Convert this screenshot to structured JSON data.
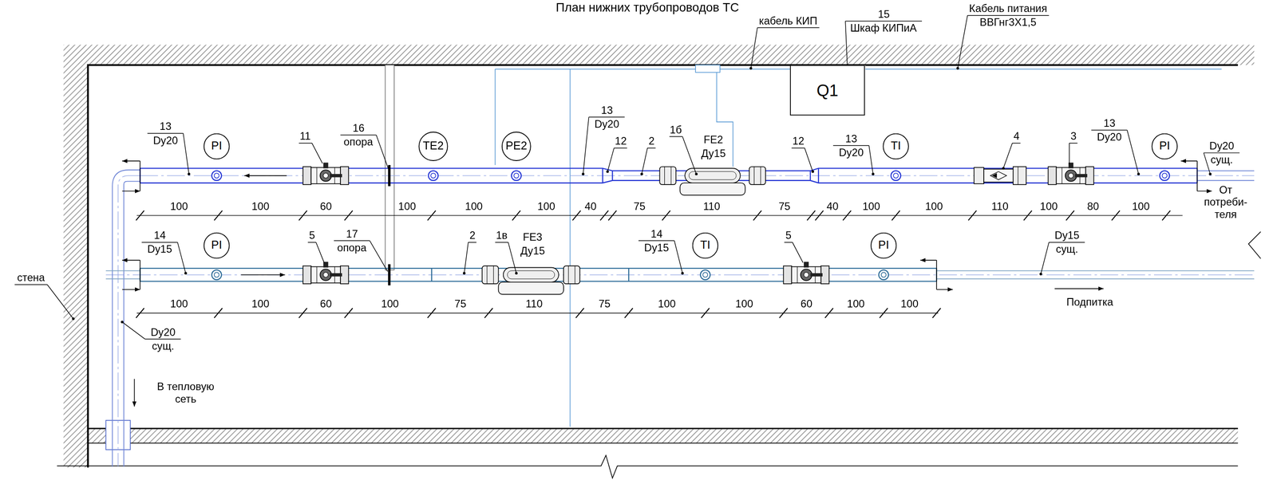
{
  "diagram": {
    "title": "План нижних трубопроводов ТС",
    "nodes": [
      {
        "text": [
          "Q1"
        ]
      },
      {
        "text": [
          "PI"
        ]
      },
      {
        "text": [
          "TE2"
        ]
      },
      {
        "text": [
          "PE2"
        ]
      },
      {
        "text": [
          "TI"
        ]
      },
      {
        "text": [
          "PI"
        ]
      },
      {
        "text": [
          "PI"
        ]
      },
      {
        "text": [
          "TI"
        ]
      },
      {
        "text": [
          "PI"
        ]
      }
    ],
    "labels": [
      "кабель КИП",
      "15",
      "Шкаф КИПиА",
      "Кабель питания",
      "ВВГнг3Х1,5",
      "13",
      "Dy20",
      "11",
      "16",
      "опора",
      "13",
      "Dy20",
      "12",
      "2",
      "1б",
      "FE2",
      "Ду15",
      "12",
      "13",
      "Dy20",
      "4",
      "3",
      "13",
      "Dy20",
      "Dy20",
      "сущ.",
      "100",
      "100",
      "60",
      "100",
      "100",
      "100",
      "40",
      "75",
      "110",
      "75",
      "40",
      "100",
      "100",
      "110",
      "100",
      "80",
      "100",
      "От потреби- теля",
      "14",
      "Dy15",
      "5",
      "17",
      "опора",
      "2",
      "1в",
      "FE3",
      "Ду15",
      "14",
      "Dy15",
      "5",
      "Dy15",
      "сущ.",
      "стена",
      "100",
      "100",
      "60",
      "100",
      "75",
      "110",
      "75",
      "100",
      "100",
      "60",
      "100",
      "100",
      "Подпитка",
      "Dy20",
      "сущ.",
      "В тепловую сеть"
    ]
  }
}
